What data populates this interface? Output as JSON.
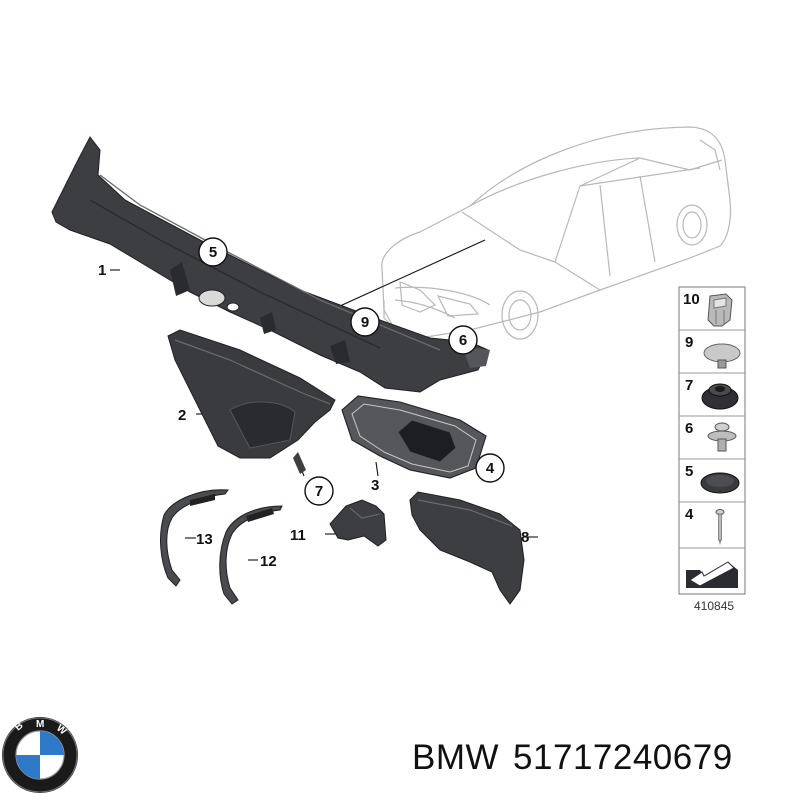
{
  "callouts": {
    "c1": "1",
    "c2": "2",
    "c3": "3",
    "c4": "4",
    "c5": "5",
    "c6": "6",
    "c7": "7",
    "c8": "8",
    "c9": "9",
    "c11": "11",
    "c12": "12",
    "c13": "13"
  },
  "legend": {
    "items": [
      {
        "number": "10",
        "part": "clip-icon"
      },
      {
        "number": "9",
        "part": "rivet-cap-icon"
      },
      {
        "number": "7",
        "part": "grommet-icon"
      },
      {
        "number": "6",
        "part": "push-pin-icon"
      },
      {
        "number": "5",
        "part": "plug-cap-icon"
      },
      {
        "number": "4",
        "part": "screw-icon"
      }
    ],
    "arrow": "arrow-icon",
    "ref_code": "410845"
  },
  "footer": {
    "brand": "BMW",
    "part_number": "51717240679",
    "logo": "bmw-logo-icon"
  },
  "colors": {
    "part_fill": "#3d3e42",
    "part_dark": "#2a2b2e",
    "car_outline": "#b8b8b8",
    "legend_border": "#777777"
  }
}
